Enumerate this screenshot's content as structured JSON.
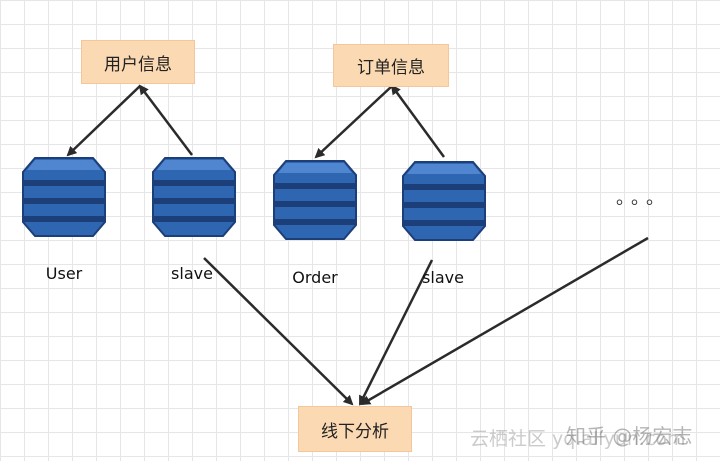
{
  "boxes": {
    "user_info": "用户信息",
    "order_info": "订单信息",
    "offline_analysis": "线下分析"
  },
  "databases": {
    "user": "User",
    "slave_1": "slave",
    "order": "Order",
    "slave_2": "slave"
  },
  "ellipsis": "。。。",
  "watermark": {
    "left": "云栖社区 yq.aliyun.com",
    "right": "知乎 @杨宏志"
  },
  "colors": {
    "box_fill": "#fbd9b3",
    "db_blue": "#2f66b2",
    "db_dark": "#1c3f7a",
    "arrow": "#2b2b2b"
  }
}
